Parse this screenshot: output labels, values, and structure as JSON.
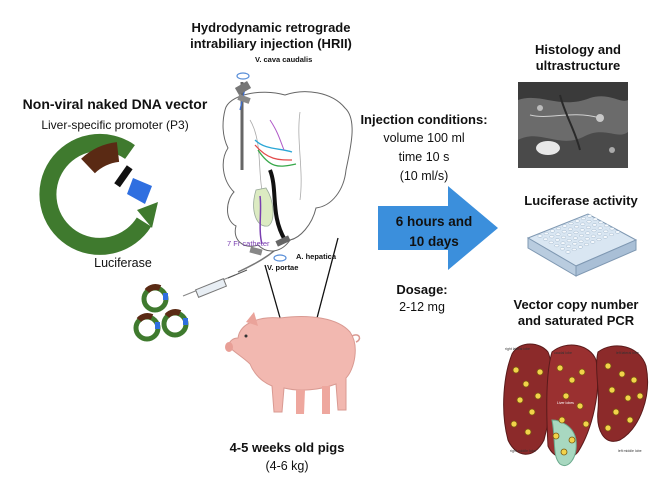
{
  "hrii_title": "Hydrodynamic retrograde\nintrabiliary injection (HRII)",
  "vector": {
    "title": "Non-viral naked DNA vector",
    "promoter": "Liver-specific promoter (P3)",
    "gene_label": "Luciferase"
  },
  "anatomy": {
    "v_cava": "V. cava caudalis",
    "catheter": "7 Fr catheter",
    "a_hepatica": "A. hepatica",
    "v_portae": "V. portae"
  },
  "injection": {
    "title": "Injection conditions:",
    "volume": "volume 100 ml",
    "time": "time 10 s",
    "rate": "(10 ml/s)"
  },
  "timepoints": {
    "line1": "6 hours and",
    "line2": "10 days"
  },
  "dosage": {
    "title": "Dosage:",
    "value": "2-12 mg"
  },
  "outcomes": {
    "histology": "Histology and\nultrastructure",
    "luciferase": "Luciferase activity",
    "vcn": "Vector copy number\nand saturated PCR"
  },
  "pigs": {
    "title": "4-5 weeks old pigs",
    "weight": "(4-6 kg)"
  },
  "colors": {
    "plasmid_green": "#3f7a2e",
    "plasmid_brown": "#5a2a14",
    "plasmid_blue": "#2f6fe0",
    "arrow_blue": "#3b8fdc",
    "pig_pink": "#f2b8b0",
    "liver_red": "#8c2a2a"
  }
}
